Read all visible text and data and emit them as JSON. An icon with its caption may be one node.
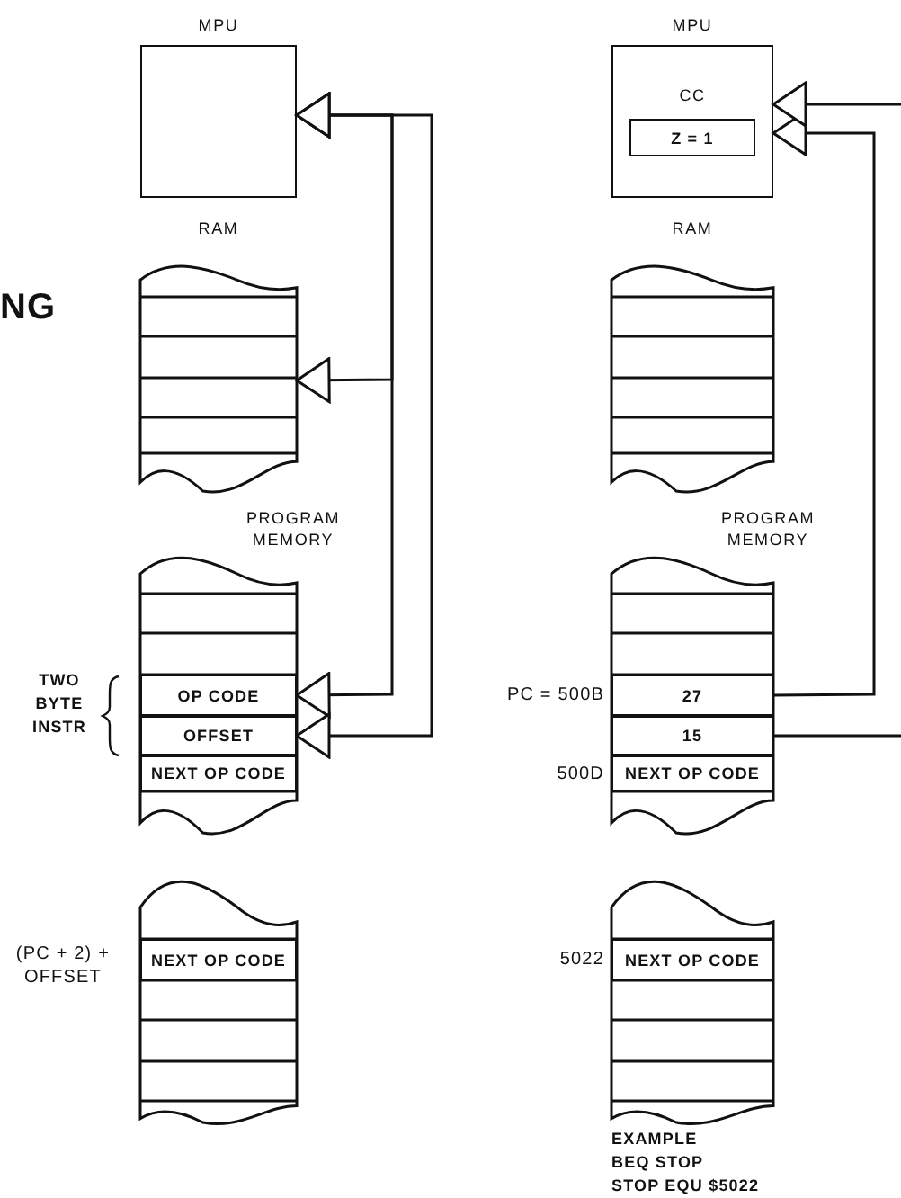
{
  "diagram": {
    "nodes": [
      {
        "text": [
          "MPU"
        ]
      },
      {
        "text": [
          "RAM"
        ]
      },
      {
        "text": [
          "PROGRAM MEMORY"
        ]
      },
      {
        "text": [
          "OP CODE"
        ],
        "in": 2
      },
      {
        "text": [
          "OFFSET"
        ],
        "in": 2
      },
      {
        "text": [
          "NEXT OP CODE"
        ],
        "in": 2
      },
      {
        "text": [],
        "shape": "box"
      },
      {
        "text": [
          "NEXT OP CODE"
        ],
        "in": 6,
        "beside": [
          "(PC + 2) + OFFSET"
        ]
      },
      {
        "text": [
          "MPU"
        ]
      },
      {
        "text": [
          "CC",
          "Z = 1"
        ],
        "in": 8
      },
      {
        "text": [
          "RAM"
        ]
      },
      {
        "text": [
          "PROGRAM MEMORY"
        ]
      },
      {
        "text": [
          "27"
        ],
        "in": 11,
        "beside": [
          "PC = 500B"
        ]
      },
      {
        "text": [
          "15"
        ],
        "in": 11
      },
      {
        "text": [
          "NEXT OP CODE"
        ],
        "in": 11,
        "beside": [
          "500D"
        ]
      },
      {
        "text": [],
        "shape": "box"
      },
      {
        "text": [
          "NEXT OP CODE"
        ],
        "in": 15,
        "beside": [
          "5022"
        ]
      }
    ],
    "edges": [
      {
        "from": 3,
        "to": 0,
        "arrow": "both"
      },
      {
        "from": 4,
        "to": 0,
        "arrow": "both"
      },
      {
        "from": 1,
        "to": 0,
        "arrow": "both"
      },
      {
        "from": 12,
        "to": 8,
        "arrow": "to"
      },
      {
        "from": 13,
        "to": null,
        "arrow": "none"
      },
      {
        "from": null,
        "to": 8,
        "arrow": "to"
      }
    ],
    "labels": [
      "NG",
      "TWO BYTE INSTR",
      "EXAMPLE",
      "BEQ STOP",
      "STOP EQU $5022"
    ]
  }
}
